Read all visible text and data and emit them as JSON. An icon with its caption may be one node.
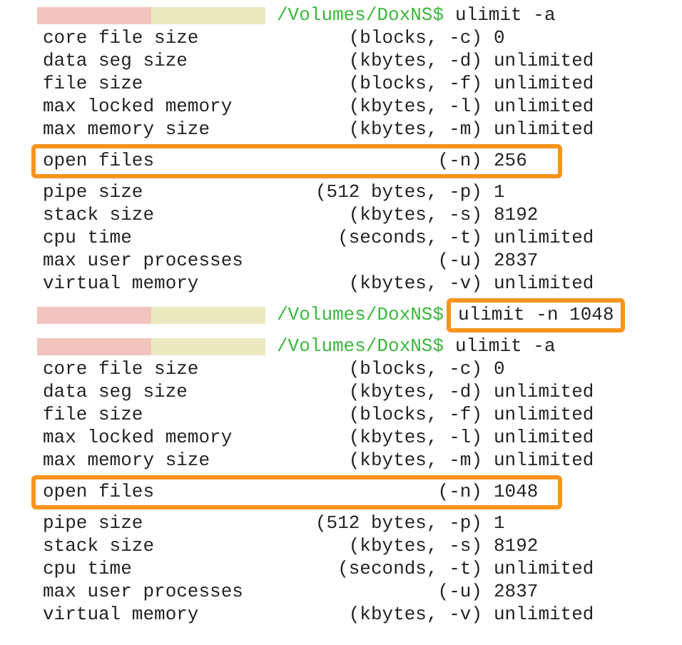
{
  "diagram": {
    "nodes": [
      {
        "text": [
          "open files",
          "(-n)",
          "256"
        ]
      },
      {
        "text": [
          "ulimit -n 1048"
        ]
      },
      {
        "text": [
          "open files",
          "(-n)",
          "1048"
        ]
      }
    ],
    "labels": [
      "/Volumes/DoxNS$",
      "ulimit -a",
      "core file size",
      "(blocks, -c)",
      "0",
      "data seg size",
      "(kbytes, -d)",
      "unlimited",
      "file size",
      "(blocks, -f)",
      "unlimited",
      "max locked memory",
      "(kbytes, -l)",
      "unlimited",
      "max memory size",
      "(kbytes, -m)",
      "unlimited",
      "pipe size",
      "(512 bytes, -p)",
      "1",
      "stack size",
      "(kbytes, -s)",
      "8192",
      "cpu time",
      "(seconds, -t)",
      "unlimited",
      "max user processes",
      "(-u)",
      "2837",
      "virtual memory",
      "(kbytes, -v)",
      "unlimited",
      "/Volumes/DoxNS$",
      "/Volumes/DoxNS$",
      "ulimit -a",
      "core file size",
      "(blocks, -c)",
      "0",
      "data seg size",
      "(kbytes, -d)",
      "unlimited",
      "file size",
      "(blocks, -f)",
      "unlimited",
      "max locked memory",
      "(kbytes, -l)",
      "unlimited",
      "max memory size",
      "(kbytes, -m)",
      "unlimited",
      "pipe size",
      "(512 bytes, -p)",
      "1",
      "stack size",
      "(kbytes, -s)",
      "8192",
      "cpu time",
      "(seconds, -t)",
      "unlimited",
      "max user processes",
      "(-u)",
      "2837",
      "virtual memory",
      "(kbytes, -v)",
      "unlimited"
    ]
  }
}
